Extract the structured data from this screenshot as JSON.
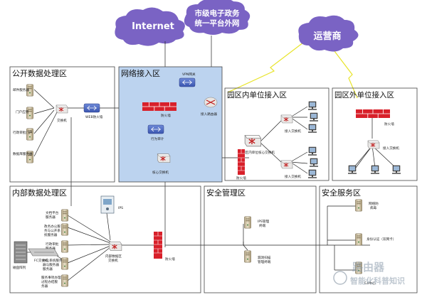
{
  "clouds": {
    "internet": "Internet",
    "egov_line1": "市级电子政务",
    "egov_line2": "统一平台外网",
    "carrier": "运营商"
  },
  "zones": {
    "public_data": "公开数据处理区",
    "network_access": "网络接入区",
    "park_internal": "园区内单位接入区",
    "park_external": "园区外单位接入区",
    "internal_data": "内部数据处理区",
    "security_mgmt": "安全管理区",
    "security_service": "安全服务区"
  },
  "servers": {
    "mail": "邮件服务器",
    "portal": "门户应用",
    "admin_approval": "行政审批门户",
    "db_server": "数据库服务器",
    "doc_platform_1": "文档平台",
    "doc_platform_2": "服务器",
    "gov_open_1": "政务办公服",
    "gov_open_2": "务与公开系",
    "gov_open_3": "统服务器",
    "approval_1": "行政审批",
    "approval_2": "服务器",
    "office_1": "办公系统服务",
    "office_2": "器与服务器",
    "office_3": "服务器",
    "service_1": "服务事项办理",
    "service_2": "过程办结服",
    "service_3": "务器",
    "ips_mgmt_1": "IPS管理",
    "ips_mgmt_2": "终端",
    "vuln_1": "漏洞扫描",
    "vuln_2": "管理终端",
    "antivirus_1": "网络防",
    "antivirus_2": "病毒",
    "auth": "身份认证（双网卡）",
    "ca": "CA中心"
  },
  "devices": {
    "switch": "交换机",
    "waf": "WEB防火墙",
    "vpn": "VPN网关",
    "firewall": "防火墙",
    "access_router": "接入路由器",
    "behavior_audit": "行为审计",
    "core_switch": "核心交换机",
    "park_core_switch": "园区内单位核心交换机",
    "access_switch": "接入交换机",
    "ips": "IPS",
    "internal_switch_1": "内部数据区",
    "internal_switch_2": "交换机",
    "disk_array": "磁盘阵列",
    "fc_switch": "FC交换机"
  },
  "watermark": {
    "line1": "路由器",
    "line2": "智能化科普知识"
  }
}
